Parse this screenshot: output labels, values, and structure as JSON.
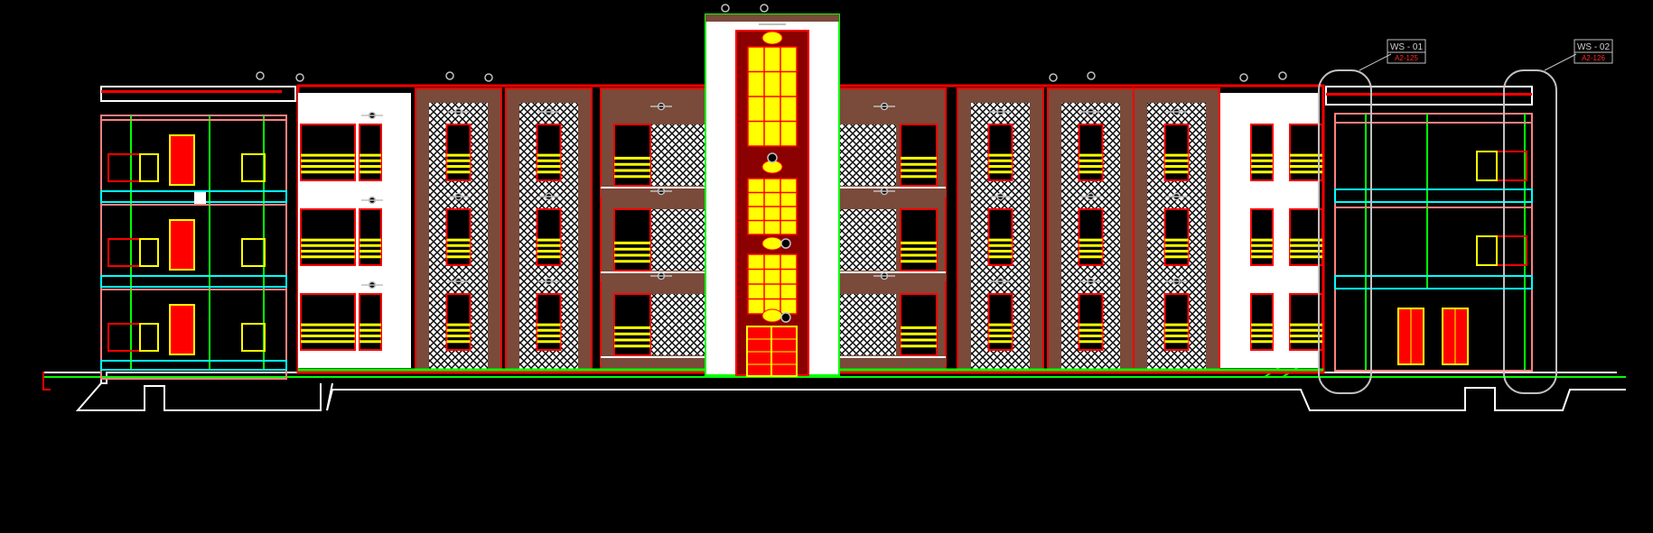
{
  "drawing": {
    "type": "CAD building elevation",
    "background": "#000000",
    "colors": {
      "red": "#ff0000",
      "yellow": "#ffff00",
      "green": "#00ff00",
      "white": "#ffffff",
      "brown": "#7a4a3a",
      "darkred": "#8b0000",
      "cyan": "#00ffff",
      "pink": "#ff8080",
      "grey": "#c0c0c0"
    },
    "floors": 3,
    "callouts": [
      {
        "id": "WS - 01",
        "ref": "A2-125"
      },
      {
        "id": "WS - 02",
        "ref": "A2-126"
      }
    ]
  }
}
